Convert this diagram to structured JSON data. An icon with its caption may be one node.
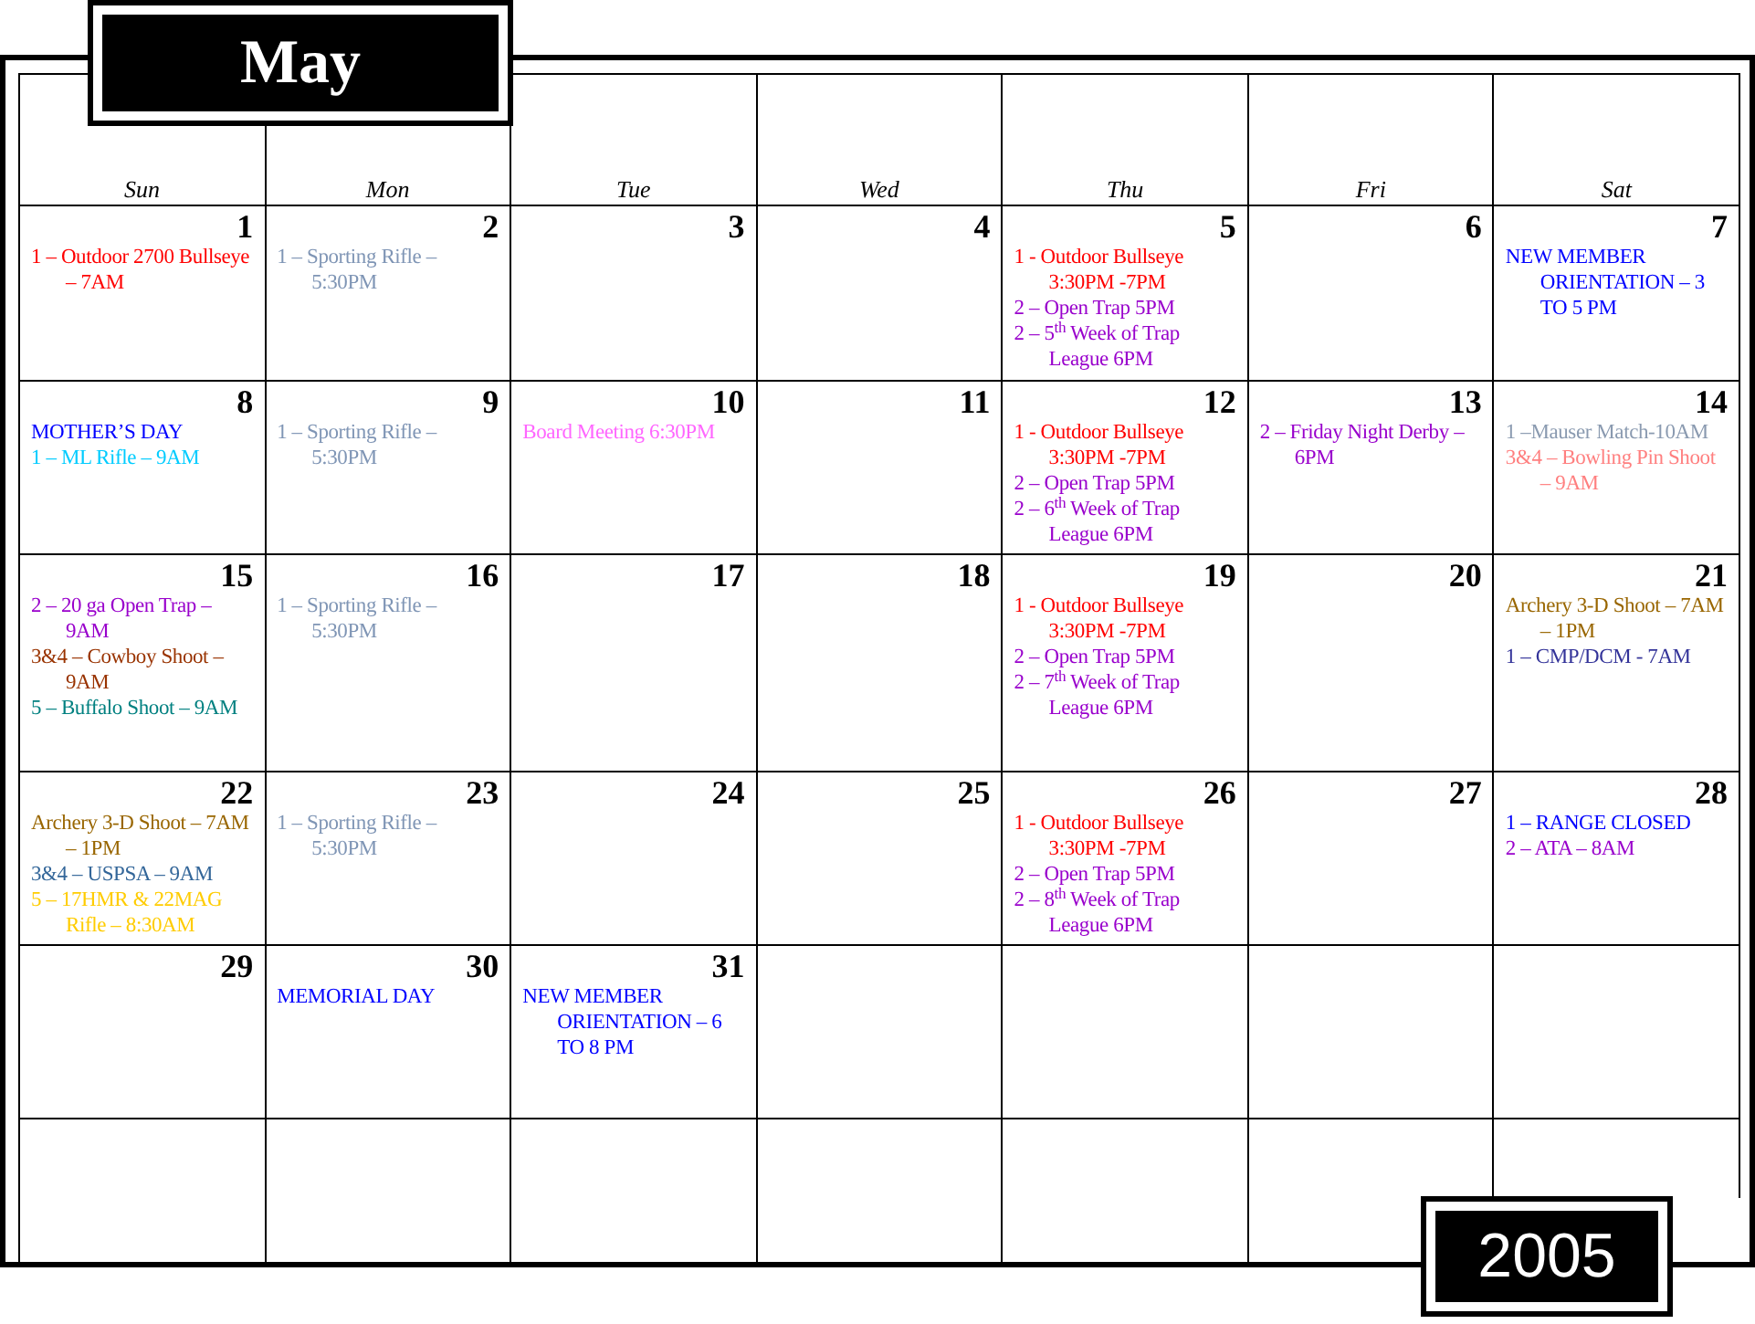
{
  "diagram": {
    "nodes": [
      {
        "text": [
          "May"
        ]
      },
      {
        "text": [
          "1",
          "1 – Outdoor 2700 Bullseye – 7AM"
        ]
      },
      {
        "text": [
          "2",
          "1 – Sporting Rifle – 5:30PM"
        ]
      },
      {
        "text": [
          "3"
        ]
      },
      {
        "text": [
          "4"
        ]
      },
      {
        "text": [
          "5",
          "1 - Outdoor Bullseye 3:30PM -7PM",
          "2 – Open Trap 5PM",
          "2 – 5$^{th}$ Week of Trap League 6PM"
        ]
      },
      {
        "text": [
          "6"
        ]
      },
      {
        "text": [
          "7",
          "NEW MEMBER ORIENTATION – 3 TO 5 PM"
        ]
      },
      {
        "text": [
          "8",
          "MOTHER’S DAY",
          "1 – ML Rifle – 9AM"
        ]
      },
      {
        "text": [
          "9",
          "1 – Sporting Rifle – 5:30PM"
        ]
      },
      {
        "text": [
          "10",
          "Board Meeting 6:30PM"
        ]
      },
      {
        "text": [
          "11"
        ]
      },
      {
        "text": [
          "12",
          "1 - Outdoor Bullseye 3:30PM -7PM",
          "2 – Open Trap 5PM",
          "2 – 6$^{th}$ Week of Trap League 6PM"
        ]
      },
      {
        "text": [
          "13",
          "2 – Friday Night Derby – 6PM"
        ]
      },
      {
        "text": [
          "14",
          "1 –Mauser Match-10AM",
          "3&4 – Bowling Pin Shoot – 9AM"
        ]
      },
      {
        "text": [
          "15",
          "2 – 20 ga Open Trap – 9AM",
          "3&4 – Cowboy Shoot – 9AM",
          "5 – Buffalo Shoot – 9AM"
        ]
      },
      {
        "text": [
          "16",
          "1 – Sporting Rifle – 5:30PM"
        ]
      },
      {
        "text": [
          "17"
        ]
      },
      {
        "text": [
          "18"
        ]
      },
      {
        "text": [
          "19",
          "1 - Outdoor Bullseye 3:30PM -7PM",
          "2 – Open Trap 5PM",
          "2 – 7$^{th}$ Week of Trap League 6PM"
        ]
      },
      {
        "text": [
          "20"
        ]
      },
      {
        "text": [
          "21",
          "Archery 3-D Shoot – 7AM – 1PM",
          "1 – CMP/DCM - 7AM"
        ]
      },
      {
        "text": [
          "22",
          "Archery 3-D Shoot – 7AM – 1PM",
          "3&4 – USPSA – 9AM",
          "5 – 17HMR & 22MAG Rifle – 8:30AM"
        ]
      },
      {
        "text": [
          "23",
          "1 – Sporting Rifle – 5:30PM"
        ]
      },
      {
        "text": [
          "24"
        ]
      },
      {
        "text": [
          "25"
        ]
      },
      {
        "text": [
          "26",
          "1 - Outdoor Bullseye 3:30PM -7PM",
          "2 – Open Trap 5PM",
          "2 – 8$^{th}$ Week of Trap League 6PM"
        ]
      },
      {
        "text": [
          "27"
        ]
      },
      {
        "text": [
          "28",
          "1 – RANGE CLOSED",
          "2 – ATA – 8AM"
        ]
      },
      {
        "text": [
          "29"
        ]
      },
      {
        "text": [
          "30",
          "MEMORIAL DAY"
        ]
      },
      {
        "text": [
          "31",
          "NEW MEMBER ORIENTATION – 6 TO 8 PM"
        ]
      },
      {
        "text": [],
        "shape": "box"
      },
      {
        "text": [],
        "shape": "box"
      },
      {
        "text": [],
        "shape": "box"
      },
      {
        "text": [],
        "shape": "box"
      },
      {
        "text": [],
        "shape": "box"
      },
      {
        "text": [],
        "shape": "box"
      },
      {
        "text": [],
        "shape": "box"
      },
      {
        "text": [],
        "shape": "box"
      },
      {
        "text": [],
        "shape": "box"
      },
      {
        "text": [],
        "shape": "box"
      },
      {
        "text": [],
        "shape": "box"
      },
      {
        "text": [
          "2005"
        ]
      }
    ],
    "labels": [
      "Sun",
      "Mon",
      "Tue",
      "Wed",
      "Thu",
      "Fri",
      "Sat"
    ]
  }
}
